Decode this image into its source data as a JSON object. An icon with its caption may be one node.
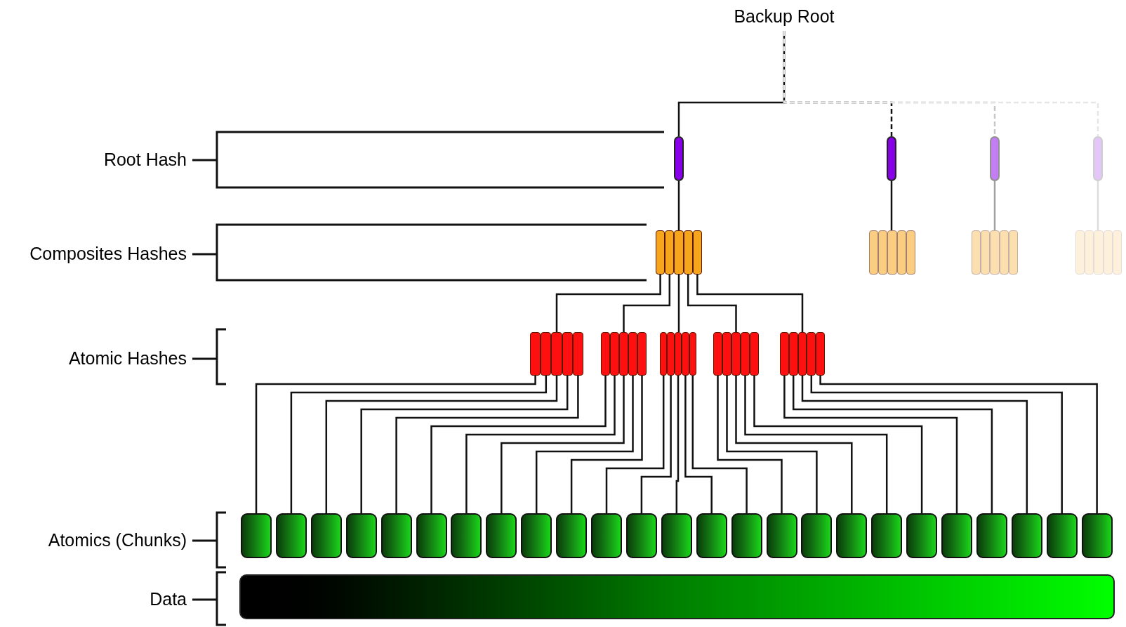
{
  "diagram": {
    "nodes": [
      {
        "text": [
          "Backup Root"
        ]
      },
      {
        "text": [],
        "shape": "bar"
      },
      {
        "text": [],
        "shape": "bar"
      },
      {
        "text": [],
        "shape": "bar"
      },
      {
        "text": [],
        "shape": "bar"
      },
      {
        "text": [],
        "shape": "box"
      },
      {
        "text": [],
        "shape": "box"
      },
      {
        "text": [],
        "shape": "box"
      },
      {
        "text": [],
        "shape": "box"
      },
      {
        "text": [],
        "shape": "box"
      },
      {
        "text": [],
        "shape": "box"
      },
      {
        "text": [],
        "shape": "box"
      },
      {
        "text": [],
        "shape": "box"
      },
      {
        "text": [],
        "shape": "box"
      },
      {
        "text": [],
        "shape": "box"
      },
      {
        "text": [],
        "shape": "box"
      },
      {
        "text": [],
        "shape": "box"
      },
      {
        "text": [],
        "shape": "box"
      },
      {
        "text": [],
        "shape": "box"
      },
      {
        "text": [],
        "shape": "box"
      },
      {
        "text": [],
        "shape": "box"
      },
      {
        "text": [],
        "shape": "box"
      },
      {
        "text": [],
        "shape": "box"
      },
      {
        "text": [],
        "shape": "box"
      },
      {
        "text": [],
        "shape": "box"
      },
      {
        "text": [],
        "shape": "box"
      },
      {
        "text": [],
        "shape": "box"
      },
      {
        "text": [],
        "shape": "box"
      },
      {
        "text": [],
        "shape": "box"
      },
      {
        "text": [],
        "shape": "box"
      },
      {
        "text": [],
        "shape": "box"
      },
      {
        "text": [],
        "shape": "box"
      },
      {
        "text": [],
        "shape": "box"
      },
      {
        "text": [],
        "shape": "box"
      },
      {
        "text": [],
        "shape": "box"
      },
      {
        "text": [],
        "shape": "box"
      },
      {
        "text": [],
        "shape": "box"
      },
      {
        "text": [],
        "shape": "box"
      },
      {
        "text": [],
        "shape": "box"
      },
      {
        "text": [],
        "shape": "bar"
      }
    ],
    "edges": [
      {
        "from": 0,
        "to": 1,
        "arrow": "none"
      },
      {
        "from": 0,
        "to": 2,
        "arrow": "none",
        "style": "dashed"
      },
      {
        "from": 0,
        "to": 3,
        "arrow": "none",
        "style": "dashed",
        "color": "#c8c8c8"
      },
      {
        "from": 0,
        "to": 4,
        "arrow": "none",
        "style": "dashed",
        "color": "#e6e6e6"
      },
      {
        "from": 1,
        "to": 5,
        "arrow": "none"
      },
      {
        "from": 2,
        "to": 6,
        "arrow": "none"
      },
      {
        "from": 3,
        "to": 7,
        "arrow": "none",
        "color": "#a0a0a0"
      },
      {
        "from": 4,
        "to": 8,
        "arrow": "none",
        "color": "#dcdcdc"
      },
      {
        "from": 5,
        "to": 9,
        "arrow": "none"
      },
      {
        "from": 5,
        "to": 10,
        "arrow": "none"
      },
      {
        "from": 5,
        "to": 11,
        "arrow": "none"
      },
      {
        "from": 5,
        "to": 12,
        "arrow": "none"
      },
      {
        "from": 5,
        "to": 13,
        "arrow": "none"
      },
      {
        "from": 9,
        "to": 14,
        "arrow": "none"
      },
      {
        "from": 9,
        "to": 15,
        "arrow": "none"
      },
      {
        "from": 9,
        "to": 16,
        "arrow": "none"
      },
      {
        "from": 9,
        "to": 17,
        "arrow": "none"
      },
      {
        "from": 9,
        "to": 18,
        "arrow": "none"
      },
      {
        "from": 10,
        "to": 19,
        "arrow": "none"
      },
      {
        "from": 10,
        "to": 20,
        "arrow": "none"
      },
      {
        "from": 10,
        "to": 21,
        "arrow": "none"
      },
      {
        "from": 10,
        "to": 22,
        "arrow": "none"
      },
      {
        "from": 10,
        "to": 23,
        "arrow": "none"
      },
      {
        "from": 11,
        "to": 24,
        "arrow": "none"
      },
      {
        "from": 11,
        "to": 25,
        "arrow": "none"
      },
      {
        "from": 11,
        "to": 26,
        "arrow": "none"
      },
      {
        "from": 11,
        "to": 27,
        "arrow": "none"
      },
      {
        "from": 11,
        "to": 28,
        "arrow": "none"
      },
      {
        "from": 12,
        "to": 29,
        "arrow": "none"
      },
      {
        "from": 12,
        "to": 30,
        "arrow": "none"
      },
      {
        "from": 12,
        "to": 31,
        "arrow": "none"
      },
      {
        "from": 12,
        "to": 32,
        "arrow": "none"
      },
      {
        "from": 12,
        "to": 33,
        "arrow": "none"
      },
      {
        "from": 13,
        "to": 34,
        "arrow": "none"
      },
      {
        "from": 13,
        "to": 35,
        "arrow": "none"
      },
      {
        "from": 13,
        "to": 36,
        "arrow": "none"
      },
      {
        "from": 13,
        "to": 37,
        "arrow": "none"
      },
      {
        "from": 13,
        "to": 38,
        "arrow": "none"
      }
    ],
    "labels": [
      "Root Hash",
      "Composites Hashes",
      "Atomic Hashes",
      "Atomics (Chunks)",
      "Data"
    ]
  }
}
